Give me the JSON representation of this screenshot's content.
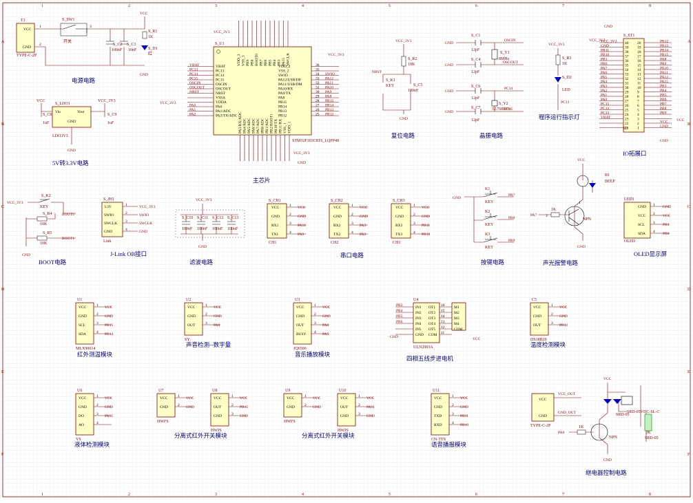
{
  "sheet": {
    "col_labels": [
      "1",
      "2",
      "3",
      "4",
      "5",
      "6",
      "7",
      "8"
    ],
    "row_labels": [
      "A",
      "B",
      "C",
      "D",
      "E",
      "F"
    ]
  },
  "sections": {
    "power": "电源电路",
    "ldo": "5V转3.3V电路",
    "mcu": "主芯片",
    "reset": "复位电路",
    "crystal": "晶振电路",
    "led": "程序运行指示灯",
    "io": "IO拓展口",
    "boot": "BOOT电路",
    "jlink": "J-Link OB接口",
    "filter": "滤波电路",
    "uart": "串口电路",
    "keys": "按键电路",
    "buzzer": "声光报警电路",
    "oled": "OLED显示屏",
    "ir_temp": "红外测温模块",
    "sound": "声音检测--数字量",
    "music": "音乐播放模块",
    "stepper": "四相五线步进电机",
    "temp": "温度检测模块",
    "liquid": "液体检测模块",
    "ir_sw1": "分离式红外开关模块",
    "ir_sw2": "分离式红外开关模块",
    "voice": "语音播报模块",
    "relay": "继电器控制电路"
  },
  "power": {
    "conn": "T1",
    "conn_type": "TYPE-C-2P",
    "vcc": "VCC",
    "gnd": "GND",
    "sw": "S_SW1",
    "sw_name": "开关",
    "c2": "S_C2",
    "c2v": "100nF",
    "c3": "S_C3",
    "c3v": "10nF",
    "r1": "S_R1",
    "r1v": "1K",
    "d1": "S_D1",
    "d1v": "红",
    "pin1": "1",
    "pin2": "2",
    "pin3": "3"
  },
  "ldo": {
    "ref": "S_LDO1",
    "part": "LDO3V3",
    "vin": "Vin",
    "vout": "Vout",
    "gnd": "GND",
    "c8": "S_C8",
    "c8v": "1uF",
    "c9": "S_C9",
    "c9v": "1uF",
    "vcc": "VCC",
    "vcc33": "VCC_3V3",
    "gndl": "GND"
  },
  "mcu": {
    "ref": "S_U1",
    "part": "STM32F103C8T6_LQFP48",
    "vcc33": "VCC_3V3",
    "gnd": "GND",
    "left_pins": [
      "VBAT",
      "PC13",
      "PC14",
      "PC15",
      "OSCIN",
      "OSCOUT",
      "NRST",
      "VSSA",
      "VDDA",
      "PA0",
      "PA1/ADC",
      "PA2/TX/ADC"
    ],
    "left_nets": [
      "VBAT",
      "PC13",
      "PC14",
      "PC15",
      "OSCIN",
      "OSCOUT",
      "NRST",
      "",
      "",
      "PA0",
      "PA1",
      "PA2"
    ],
    "right_pins": [
      "VDD_2",
      "VSS_2",
      "SWIO",
      "PA12/USB/DP",
      "PA11/USB/DM",
      "PA10/RX",
      "PA9/TX",
      "PA8",
      "PB15",
      "PB14",
      "PB13",
      "PB12"
    ],
    "right_nets": [
      "",
      "",
      "SWIO",
      "PA12",
      "PA11",
      "PA10",
      "PA9",
      "PA8",
      "PB15",
      "PB14",
      "PB13",
      "PB12"
    ],
    "right_nums": [
      "36",
      "35",
      "34",
      "33",
      "32",
      "31",
      "30",
      "29",
      "28",
      "27",
      "26",
      "25"
    ],
    "top_pins": [
      "VDD_3",
      "VSS_3",
      "PB9",
      "PB8",
      "BOOT0",
      "PB7",
      "PB6",
      "PB5",
      "PB4",
      "PB3",
      "PA15",
      "SWCLK"
    ],
    "bottom_pins": [
      "PA3/RX/ADC",
      "PA4/ADC",
      "PA5/ADC",
      "PA6/ADC",
      "PA7/ADC",
      "PB0/ADC",
      "PB1/ADC",
      "PB2/BOOT1",
      "PB10/TX",
      "PB11/RX",
      "VSS_1",
      "VDD_1"
    ]
  },
  "reset": {
    "vcc33": "VCC_3V3",
    "r2": "S_R2",
    "r2v": "10K",
    "net": "NRST",
    "k1": "S_K1",
    "k1v": "KEY",
    "c5": "S_C5",
    "c5v": "100nF",
    "gnd": "GND"
  },
  "crystal": {
    "c1": "S_C1",
    "c1v": "12pF",
    "c4": "S_C4",
    "c4v": "12pF",
    "y1": "S_Y1",
    "y1v": "8MHz",
    "c6": "S_C6",
    "c6v": "12pF",
    "c7": "S_C7",
    "c7v": "12pF",
    "y2": "S_Y2",
    "y2v": "32.768KHz",
    "oscin": "OSCIN",
    "oscout": "OSCOUT",
    "pc14": "PC14",
    "pc15": "PC15",
    "gnd": "GND"
  },
  "led": {
    "vcc33": "VCC_3V3",
    "r3": "S_R3",
    "r3v": "1K",
    "d2": "S_D2",
    "d2v": "LED",
    "net": "PC13"
  },
  "io": {
    "ref": "S_ST1",
    "part": "IO",
    "gnd": "GND",
    "vcc33": "VCC_3V3",
    "vcc": "VCC",
    "left_nets": [
      "VCC_3V3",
      "GND",
      "PB11",
      "PB10",
      "PB1",
      "PB0",
      "PA7",
      "PA6",
      "PA5",
      "PA4",
      "PA3",
      "PA2",
      "PA1",
      "PA0",
      "PC15",
      "PC14",
      "PC13",
      "VBAT",
      "",
      ""
    ],
    "right_nets": [
      "PB12",
      "PB13",
      "PB14",
      "PB15",
      "PA8",
      "PA9",
      "PA10",
      "PA11",
      "PA12",
      "PA15",
      "PB3",
      "PB4",
      "PB5",
      "PB6",
      "PB7",
      "PB8",
      "PB9",
      "",
      "VCC",
      "GND"
    ]
  },
  "boot": {
    "vcc33": "VCC_3V3",
    "k2": "S_K2",
    "k2v": "KEY",
    "r4": "S_R4",
    "r4v": "10K",
    "r5": "S_R5",
    "r5v": "10K",
    "boot0": "BOOT0",
    "boot1": "BOOT1",
    "gnd": "GND"
  },
  "jlink": {
    "ref": "S_JH1",
    "part": "Link",
    "pins": [
      "3.3V",
      "SWIO",
      "SWCLK",
      "GND"
    ],
    "nets": [
      "VCC_3V3",
      "SWIO",
      "SWCLK",
      "GND"
    ]
  },
  "filter": {
    "vcc33": "VCC_3V3",
    "caps": [
      "S_C10",
      "S_C11",
      "S_C12",
      "S_C13"
    ],
    "vals": [
      "100nF",
      "100nF",
      "100nF",
      "100nF"
    ],
    "gnd": "GND"
  },
  "uart": [
    {
      "ref": "S_CH1",
      "part": "CH1",
      "pins": [
        "VCC",
        "GND",
        "RX1",
        "TX1"
      ],
      "nets": [
        "VCC",
        "GND",
        "PA10",
        "PA9"
      ]
    },
    {
      "ref": "S_CH2",
      "part": "CH2",
      "pins": [
        "VCC",
        "GND",
        "RX2",
        "TX2"
      ],
      "nets": [
        "VCC",
        "GND",
        "PA3",
        "PA2"
      ]
    },
    {
      "ref": "S_CH3",
      "part": "CH3",
      "pins": [
        "VCC",
        "GND",
        "RX3",
        "TX3"
      ],
      "nets": [
        "VCC",
        "GND",
        "PB11",
        "PB10"
      ]
    }
  ],
  "keys": {
    "items": [
      {
        "ref": "K1",
        "v": "KEY",
        "net": "PB7"
      },
      {
        "ref": "K2",
        "v": "KEY",
        "net": "PB8"
      },
      {
        "ref": "K3",
        "v": "KEY",
        "net": "PB9"
      }
    ],
    "gnd": "GND"
  },
  "buzzer": {
    "vcc": "VCC",
    "b1": "B1",
    "b1v": "BEEP",
    "r": "1K",
    "net": "PA7",
    "q": "NPN",
    "q1": "1",
    "q2": "3",
    "gnd": "GND"
  },
  "oled": {
    "ref": "LED1",
    "part": "OLED",
    "pins": [
      "GND",
      "VCC",
      "SCL",
      "SDA"
    ],
    "nets": [
      "GND",
      "VCC",
      "PB1",
      "PB0"
    ]
  },
  "modules": [
    {
      "ref": "U1",
      "part": "MLX90614",
      "pins": [
        "VCC",
        "GND",
        "SCL",
        "SDA"
      ],
      "nets": [
        "VCC",
        "GND",
        "PB15",
        "PB14"
      ]
    },
    {
      "ref": "U2",
      "part": "SY",
      "pins": [
        "VCC",
        "GND",
        "OUT"
      ],
      "nets": [
        "VCC",
        "GND",
        "PA8"
      ]
    },
    {
      "ref": "U3",
      "part": "JQ6500",
      "pins": [
        "VCC",
        "GND",
        "OUT",
        "BUSY"
      ],
      "nets": [
        "VCC",
        "GND",
        "PA6",
        "PA5"
      ]
    },
    {
      "ref": "C5",
      "part": "DS18B20",
      "pins": [
        "VCC",
        "GND",
        "OUT"
      ],
      "nets": [
        "VCC",
        "GND",
        "PB12"
      ]
    },
    {
      "ref": "U6",
      "part": "YS",
      "pins": [
        "VCC",
        "GND",
        "DO",
        "AO"
      ],
      "nets": [
        "VCC",
        "GND",
        "PA15",
        ""
      ]
    },
    {
      "ref": "U7",
      "part": "HWFS",
      "pins": [
        "VCC",
        "GND"
      ],
      "nets": [
        "VCC",
        "GND"
      ]
    },
    {
      "ref": "U8",
      "part": "HWJS",
      "pins": [
        "VCC",
        "OUT",
        "GND"
      ],
      "nets": [
        "VCC",
        "PB15",
        "GND"
      ]
    },
    {
      "ref": "U9",
      "part": "HWFS",
      "pins": [
        "VCC",
        "GND"
      ],
      "nets": [
        "VCC",
        "GND"
      ]
    },
    {
      "ref": "U10",
      "part": "HWJS",
      "pins": [
        "VCC",
        "OUT",
        "GND"
      ],
      "nets": [
        "VCC",
        "PA11",
        "GND"
      ]
    },
    {
      "ref": "U11",
      "part": "CN-TTS",
      "pins": [
        "VCC",
        "GND",
        "TXD",
        "RXD"
      ],
      "nets": [
        "VCC",
        "GND",
        "PB11",
        "PB10"
      ]
    }
  ],
  "stepper": {
    "ref": "U4",
    "part": "ULN2003A",
    "in": [
      "IN1",
      "IN2",
      "IN3",
      "IN4",
      "IN5",
      "GND"
    ],
    "out": [
      "OT1",
      "OT2",
      "OT3",
      "OT4",
      "OT5",
      "COM"
    ],
    "nets": [
      "PB3",
      "PB4",
      "PB5",
      "PB6",
      "",
      ""
    ],
    "motor": [
      "M1",
      "M2",
      "M3",
      "M4",
      "COM"
    ],
    "gnd": "GND",
    "vcc": "VCC"
  },
  "relay": {
    "conn": "TYPE-C-2P",
    "vcc_out": "VCC_OUT",
    "gnd_out": "GND_OUT",
    "vcc": "VCC",
    "r": "1K",
    "net": "PA8",
    "q": "NPN",
    "k": "SRD-05",
    "k2": "SRD-05VDC-SL-C",
    "jk": "JK",
    "gnd": "GND"
  }
}
